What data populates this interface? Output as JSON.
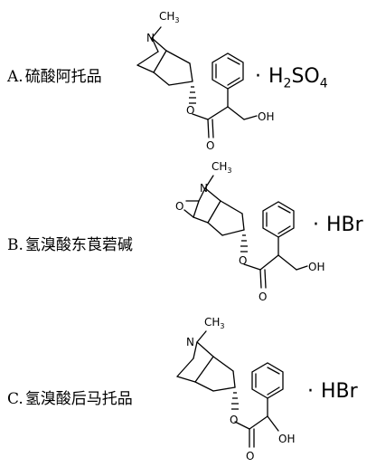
{
  "options": [
    {
      "letter": "A.",
      "name": "硫酸阿托品",
      "salt": {
        "dot": "·",
        "main": "H",
        "sub1": "2",
        "mid": "SO",
        "sub2": "4"
      },
      "atoms": {
        "n": "N",
        "me": "CH",
        "me_sub": "3",
        "o_ester": "O",
        "o_carbonyl": "O",
        "oh": "OH"
      }
    },
    {
      "letter": "B.",
      "name": "氢溴酸东莨菪碱",
      "salt": {
        "dot": "·",
        "main": "HBr"
      },
      "atoms": {
        "n": "N",
        "me": "CH",
        "me_sub": "3",
        "o_epoxide": "O",
        "o_ester": "O",
        "o_carbonyl": "O",
        "oh": "OH"
      }
    },
    {
      "letter": "C.",
      "name": "氢溴酸后马托品",
      "salt": {
        "dot": "·",
        "main": "HBr"
      },
      "atoms": {
        "n": "N",
        "me": "CH",
        "me_sub": "3",
        "o_ester": "O",
        "o_carbonyl": "O",
        "oh": "OH"
      }
    }
  ]
}
